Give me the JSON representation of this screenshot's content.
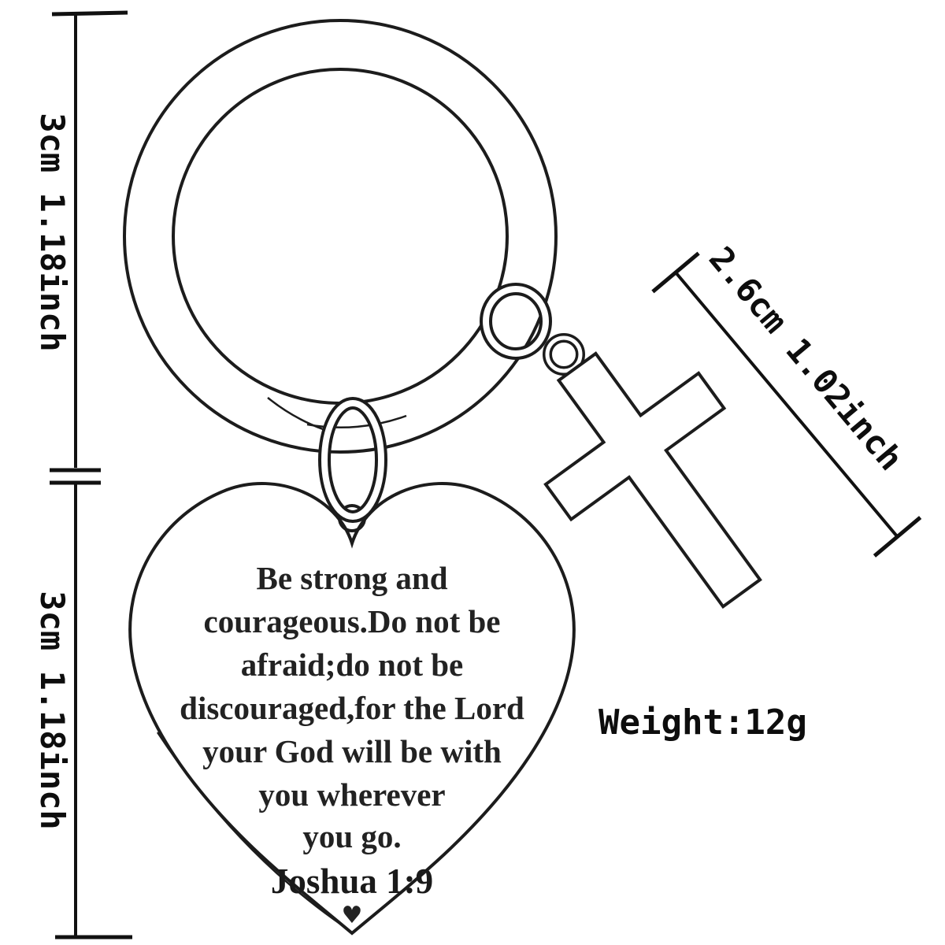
{
  "dimensions": {
    "ring_height": "3cm 1.18inch",
    "pendant_height": "3cm 1.18inch",
    "cross_length": "2.6cm 1.02inch"
  },
  "weight": "Weight:12g",
  "pendant": {
    "lines": [
      "Be strong and",
      "courageous.Do not be",
      "afraid;do not be",
      "discouraged,for the Lord",
      "your God will be with",
      "you wherever",
      "you go."
    ],
    "verse": "Joshua 1:9",
    "heart_glyph": "♥"
  },
  "colors": {
    "line": "#1c1c1c",
    "background": "#ffffff"
  }
}
